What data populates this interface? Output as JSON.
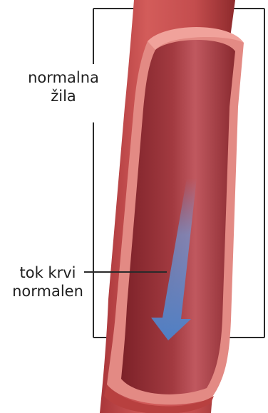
{
  "labels": {
    "vessel_line1": "normalna",
    "vessel_line2": "žila",
    "flow_line1": "tok krvi",
    "flow_line2": "normalen"
  },
  "colors": {
    "outer_wall": "#c9504f",
    "outer_wall_dark": "#8e2a2c",
    "inner_wall": "#e8908a",
    "lumen": "#9a3036",
    "lumen_highlight": "#c8626a",
    "arrow": "#4f7fc4",
    "line": "#2a2a2a"
  }
}
